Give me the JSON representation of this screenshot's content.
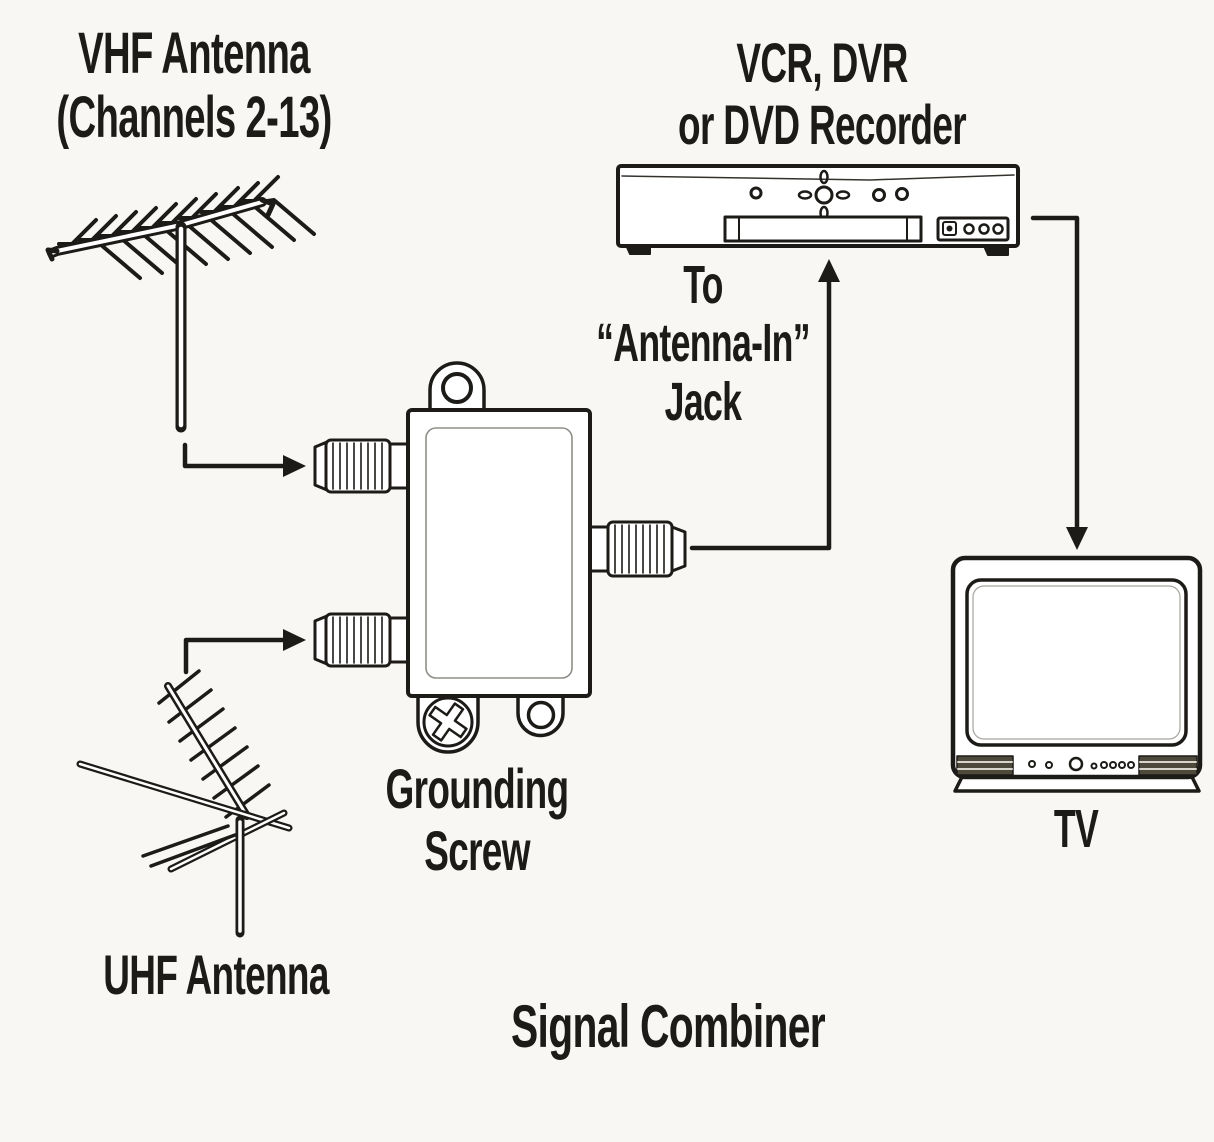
{
  "page": {
    "background_color": "#f8f7f3",
    "ink_color": "#1d1b18",
    "caption": "Signal Combiner"
  },
  "labels": {
    "vhf_antenna": {
      "line1": "VHF Antenna",
      "line2": "(Channels 2-13)"
    },
    "recorder": {
      "line1": "VCR, DVR",
      "line2": "or DVD Recorder"
    },
    "antenna_in_jack": {
      "line1": "To",
      "line2": "“Antenna-In”",
      "line3": "Jack"
    },
    "grounding_screw": {
      "line1": "Grounding",
      "line2": "Screw"
    },
    "uhf_antenna": {
      "line1": "UHF Antenna"
    },
    "tv": {
      "line1": "TV"
    },
    "caption": {
      "line1": "Signal Combiner"
    }
  },
  "figures": [
    {
      "icon": "vhf-antenna-icon",
      "label": "VHF Antenna (Channels 2-13)"
    },
    {
      "icon": "uhf-antenna-icon",
      "label": "UHF Antenna"
    },
    {
      "icon": "signal-combiner-icon",
      "label": "Signal Combiner"
    },
    {
      "icon": "grounding-screw-icon",
      "label": "Grounding Screw"
    },
    {
      "icon": "vcr-dvr-recorder-icon",
      "label": "VCR, DVR or DVD Recorder"
    },
    {
      "icon": "tv-icon",
      "label": "TV"
    }
  ],
  "connections": [
    {
      "from": "vhf-antenna",
      "to": "signal-combiner-top-input"
    },
    {
      "from": "uhf-antenna",
      "to": "signal-combiner-bottom-input"
    },
    {
      "from": "signal-combiner-output",
      "to": "recorder-antenna-in-jack"
    },
    {
      "from": "recorder-output",
      "to": "tv"
    }
  ]
}
